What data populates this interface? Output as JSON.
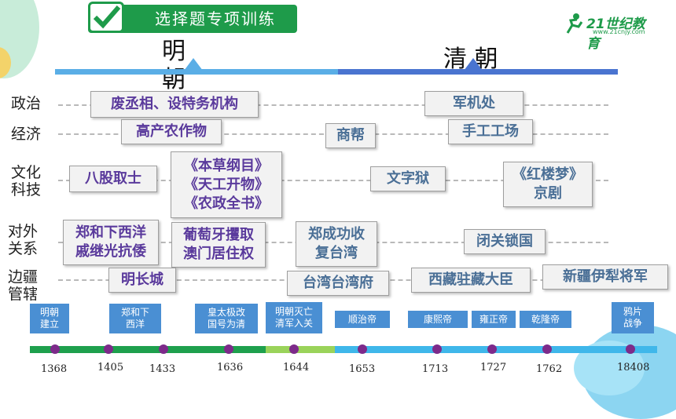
{
  "header": {
    "title": "选择题专项训练",
    "logo_main": "21世纪教育",
    "logo_sub": "www.21cnjy.com"
  },
  "dynasties": {
    "ming": "明朝",
    "qing": "清 朝"
  },
  "rows": {
    "politics": "政治",
    "economy": "经济",
    "culture": "文化科技",
    "foreign": "对外关系",
    "frontier": "边疆管辖"
  },
  "boxes": {
    "politics_ming": "废丞相、设特务机构",
    "politics_qing": "军机处",
    "economy_ming": "高产农作物",
    "economy_shang": "商帮",
    "economy_qing": "手工工场",
    "culture_bagu": "八股取士",
    "culture_books": "《本草纲目》\n《天工开物》\n《农政全书》",
    "culture_wenzi": "文字狱",
    "culture_qing": "《红楼梦》\n京剧",
    "foreign_zheng": "郑和下西洋\n戚继光抗倭",
    "foreign_putao": "葡萄牙攫取\n澳门居住权",
    "foreign_zcg": "郑成功收\n复台湾",
    "foreign_biguan": "闭关锁国",
    "frontier_wall": "明长城",
    "frontier_taiwan": "台湾台湾府",
    "frontier_tibet": "西藏驻藏大臣",
    "frontier_xinjiang": "新疆伊犁将军"
  },
  "events": [
    "明朝\n建立",
    "郑和下\n西洋",
    "皇太极改\n国号为清",
    "明朝灭亡\n清军入关",
    "顺治帝",
    "康熙帝",
    "雍正帝",
    "乾隆帝",
    "鸦片\n战争"
  ],
  "years": [
    "1368",
    "1405",
    "1433",
    "1636",
    "1644",
    "1653",
    "1713",
    "1727",
    "1762",
    "18408"
  ],
  "colors": {
    "green": "#1e9b4a",
    "ming_bar": "#5aaee6",
    "qing_bar": "#4a74d0",
    "event_bg": "#4a8fd3",
    "dot": "#7d2a8a"
  }
}
